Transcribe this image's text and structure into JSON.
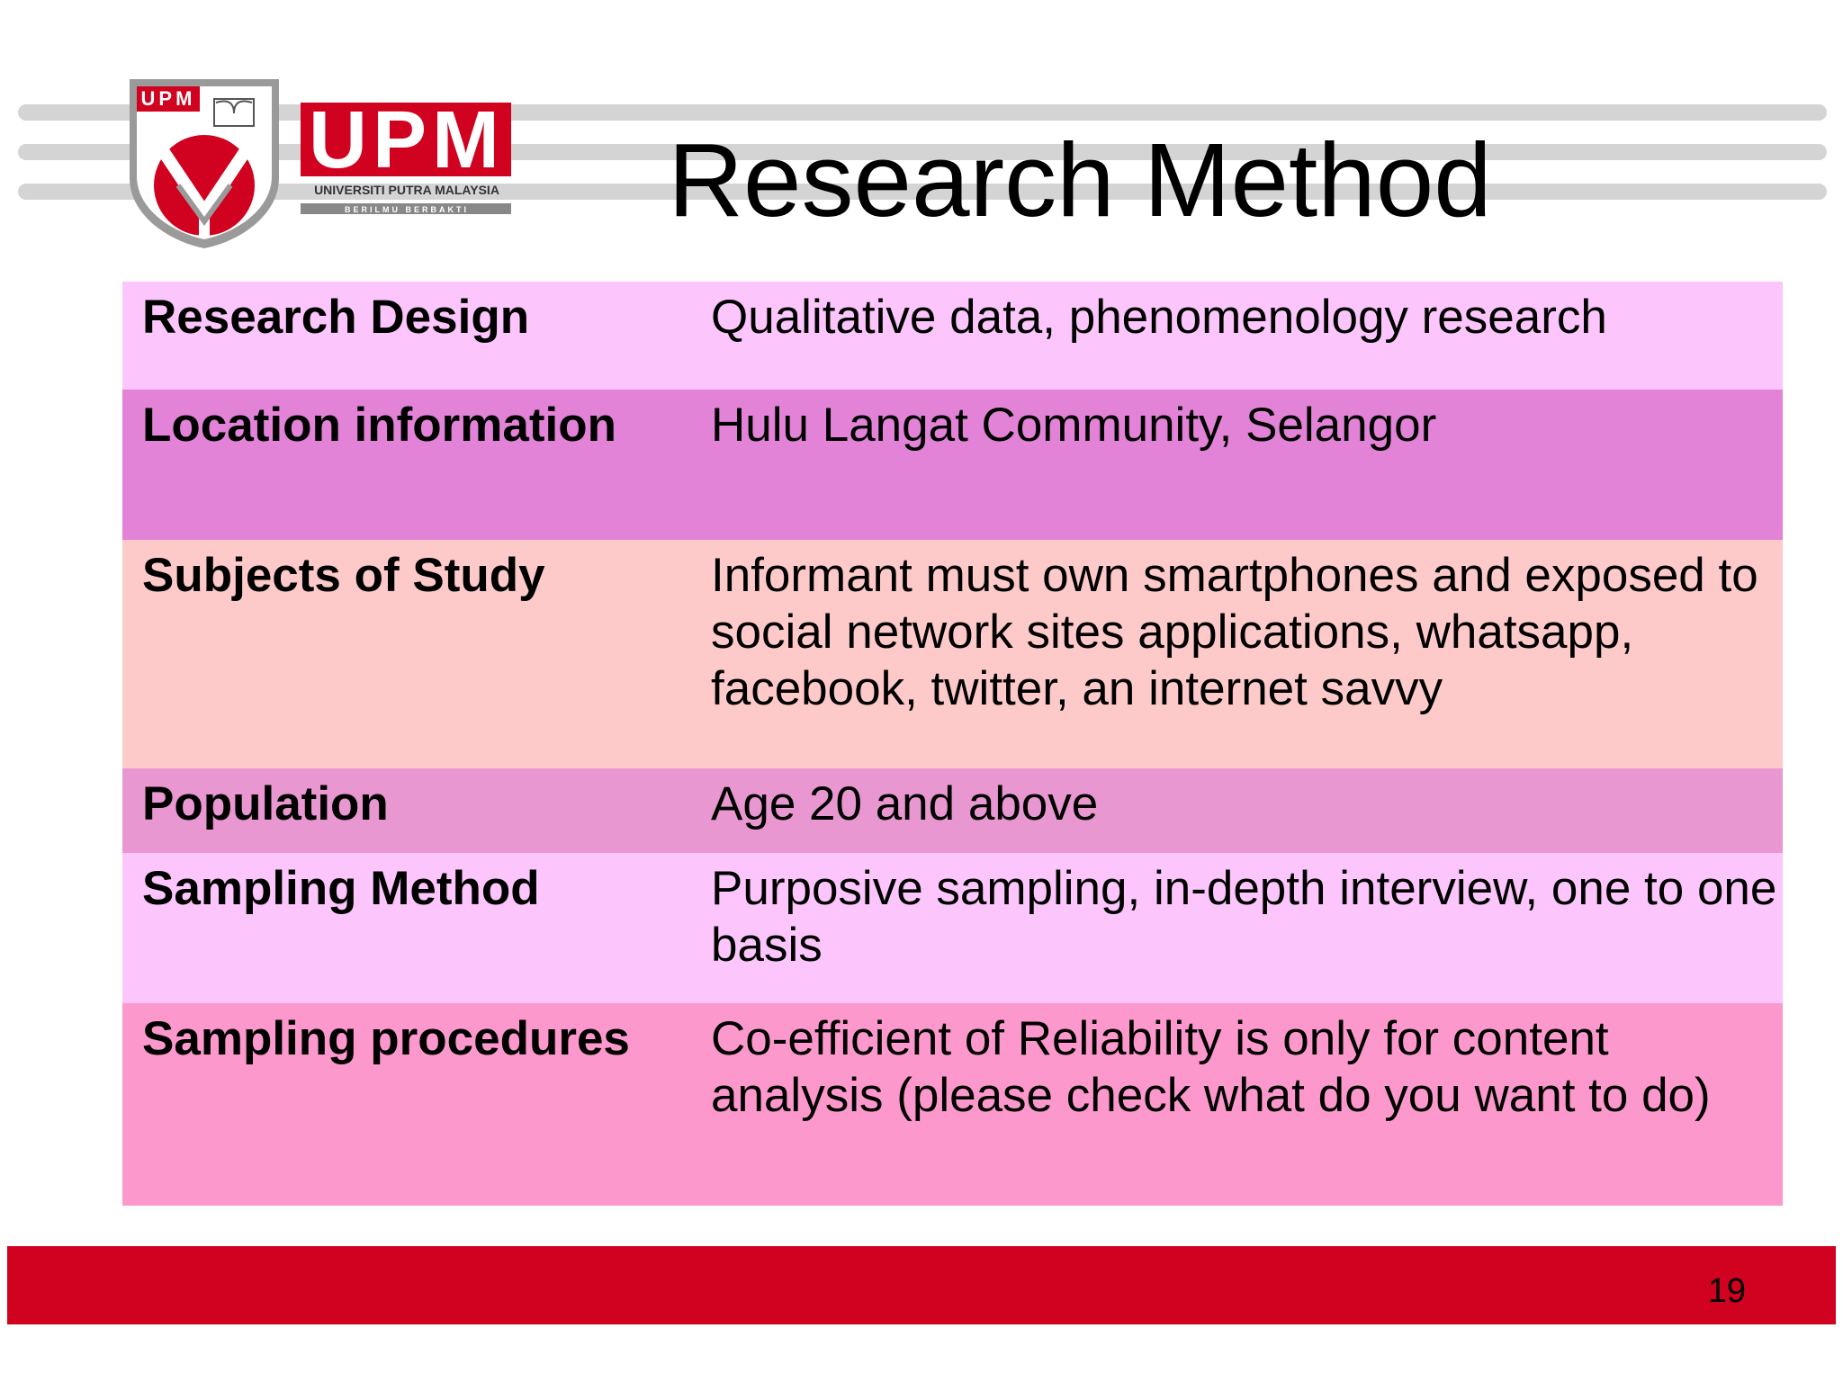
{
  "slide": {
    "title": "Research Method",
    "page_number": "19"
  },
  "logo": {
    "badge_text": "UPM",
    "wordmark": "UPM",
    "university_name": "UNIVERSITI PUTRA MALAYSIA",
    "motto": "BERILMU BERBAKTI"
  },
  "colors": {
    "title_text": "#000000",
    "footer_bar": "#d0021f",
    "logo_red": "#d0021f"
  },
  "table": {
    "rows": [
      {
        "label": "Research Design",
        "value": "Qualitative data, phenomenology research",
        "color": "#fcc6fc"
      },
      {
        "label": "Location information",
        "value": "Hulu Langat Community, Selangor",
        "color": "#e283d8"
      },
      {
        "label": "Subjects of Study",
        "value": "Informant must own smartphones and exposed to social network sites applications, whatsapp, facebook, twitter,  an internet savvy",
        "color": "#fecac9"
      },
      {
        "label": "Population",
        "value": "Age 20 and above",
        "color": "#e997d1"
      },
      {
        "label": "Sampling Method",
        "value": "Purposive sampling, in-depth interview, one to one basis",
        "color": "#fcc6fc"
      },
      {
        "label": "Sampling procedures",
        "value": "Co-efficient of Reliability is only for content analysis (please check what do you want to do)",
        "color": "#fc98cc"
      }
    ]
  }
}
